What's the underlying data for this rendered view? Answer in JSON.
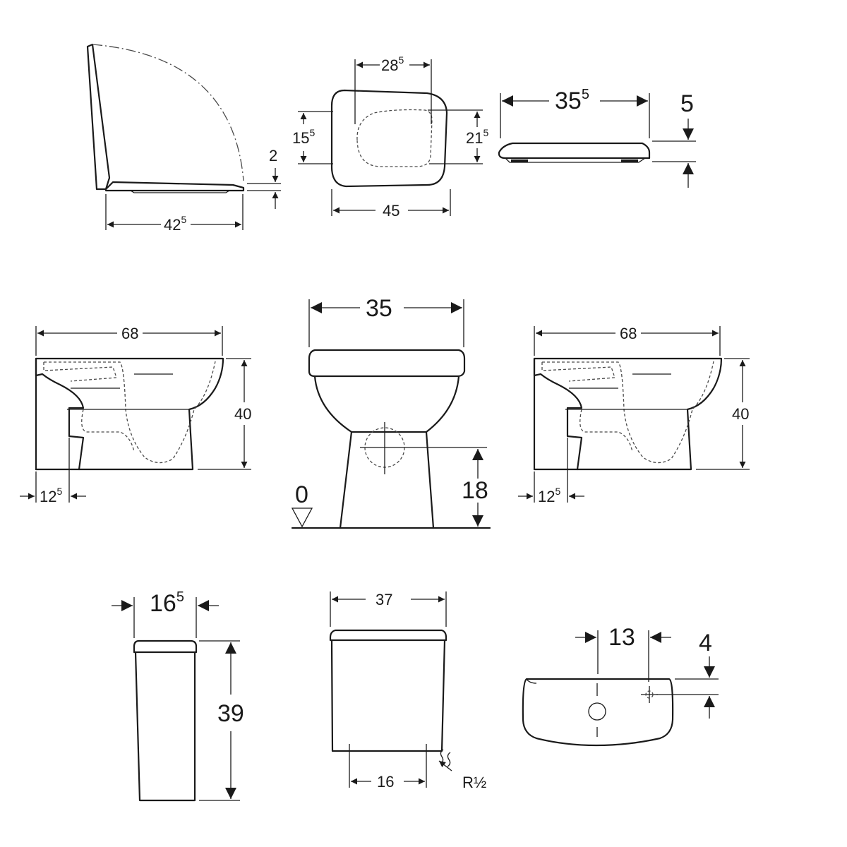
{
  "dimensions": {
    "seat_side_depth": {
      "main": "42",
      "sup": "5"
    },
    "seat_side_gap": "2",
    "seat_top_inner_width": {
      "main": "28",
      "sup": "5"
    },
    "seat_top_left_height": {
      "main": "15",
      "sup": "5"
    },
    "seat_top_right_height": {
      "main": "21",
      "sup": "5"
    },
    "seat_top_length": "45",
    "seat_front_width": {
      "main": "35",
      "sup": "5"
    },
    "seat_front_height": "5",
    "bowl_left_length": "68",
    "bowl_left_height": "40",
    "bowl_left_outlet": {
      "main": "12",
      "sup": "5"
    },
    "bowl_front_width": "35",
    "bowl_front_outlet_height": "18",
    "floor_level": "0",
    "bowl_right_length": "68",
    "bowl_right_height": "40",
    "bowl_right_outlet": {
      "main": "12",
      "sup": "5"
    },
    "cistern_side_depth": {
      "main": "16",
      "sup": "5"
    },
    "cistern_side_height": "39",
    "cistern_front_width": "37",
    "cistern_front_inlet_spacing": "16",
    "cistern_inlet_thread": "R½",
    "cistern_top_hole_spacing": "13",
    "cistern_top_hole_offset": "4"
  },
  "colors": {
    "line": "#1a1a1a",
    "hidden": "#4a4a4a",
    "background": "#ffffff"
  }
}
